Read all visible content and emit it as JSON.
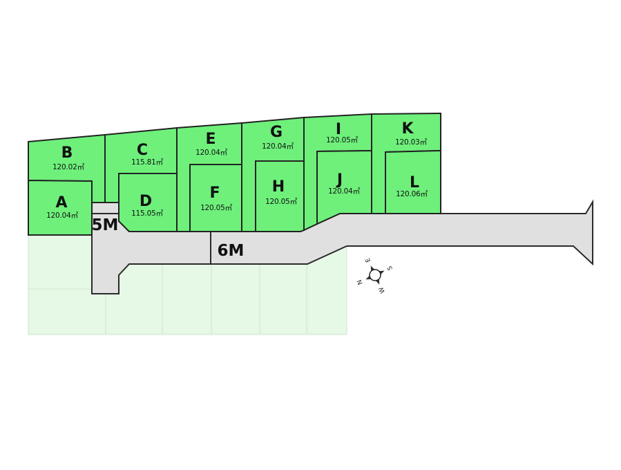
{
  "plan": {
    "lots": {
      "A": {
        "label": "A",
        "area": "120.04㎡"
      },
      "B": {
        "label": "B",
        "area": "120.02㎡"
      },
      "C": {
        "label": "C",
        "area": "115.81㎡"
      },
      "D": {
        "label": "D",
        "area": "115.05㎡"
      },
      "E": {
        "label": "E",
        "area": "120.04㎡"
      },
      "F": {
        "label": "F",
        "area": "120.05㎡"
      },
      "G": {
        "label": "G",
        "area": "120.04㎡"
      },
      "H": {
        "label": "H",
        "area": "120.05㎡"
      },
      "I": {
        "label": "I",
        "area": "120.05㎡"
      },
      "J": {
        "label": "J",
        "area": "120.04㎡"
      },
      "K": {
        "label": "K",
        "area": "120.03㎡"
      },
      "L": {
        "label": "L",
        "area": "120.06㎡"
      }
    },
    "roads": {
      "road_5m": "5M",
      "road_6m": "6M"
    },
    "compass": {
      "north": "N",
      "east": "E",
      "south": "S",
      "west": "W"
    },
    "colors": {
      "lot_fill": "#6EF07B",
      "adjacent_fill": "#E6F8E6",
      "road_fill": "#E0E0E0",
      "outline": "#222222"
    }
  }
}
